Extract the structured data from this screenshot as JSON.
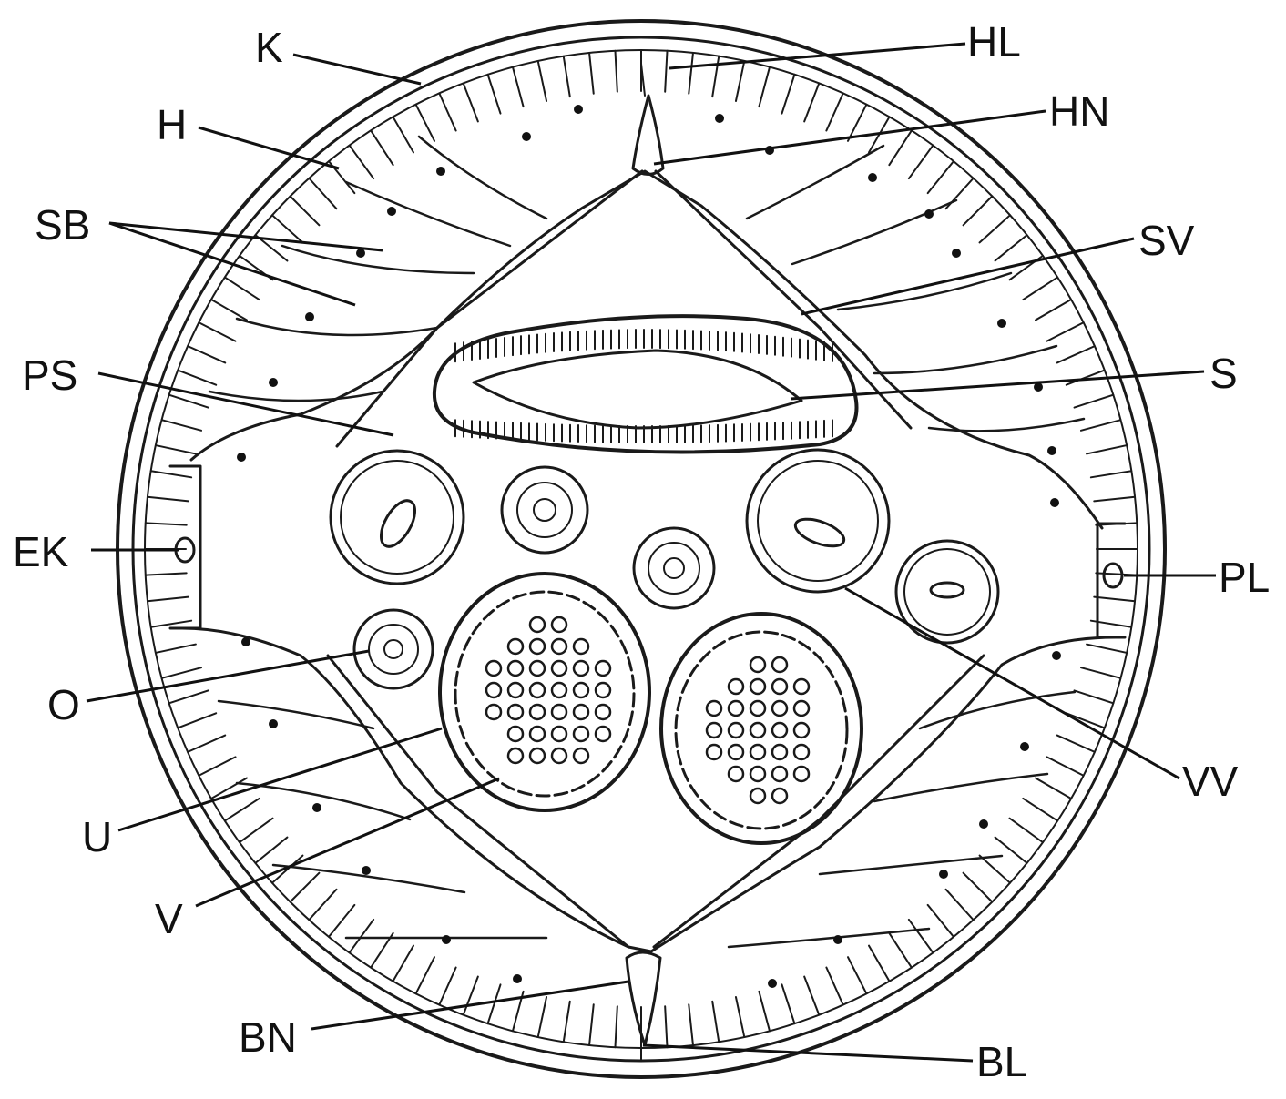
{
  "labels": {
    "k": "K",
    "h": "H",
    "sb": "SB",
    "ps": "PS",
    "ek": "EK",
    "o": "O",
    "u": "U",
    "v": "V",
    "bn": "BN",
    "hl": "HL",
    "hn": "HN",
    "sv": "SV",
    "s": "S",
    "pl": "PL",
    "vv": "VV",
    "bl": "BL"
  },
  "colors": {
    "ink": "#1a1a1a",
    "paper": "#ffffff"
  }
}
